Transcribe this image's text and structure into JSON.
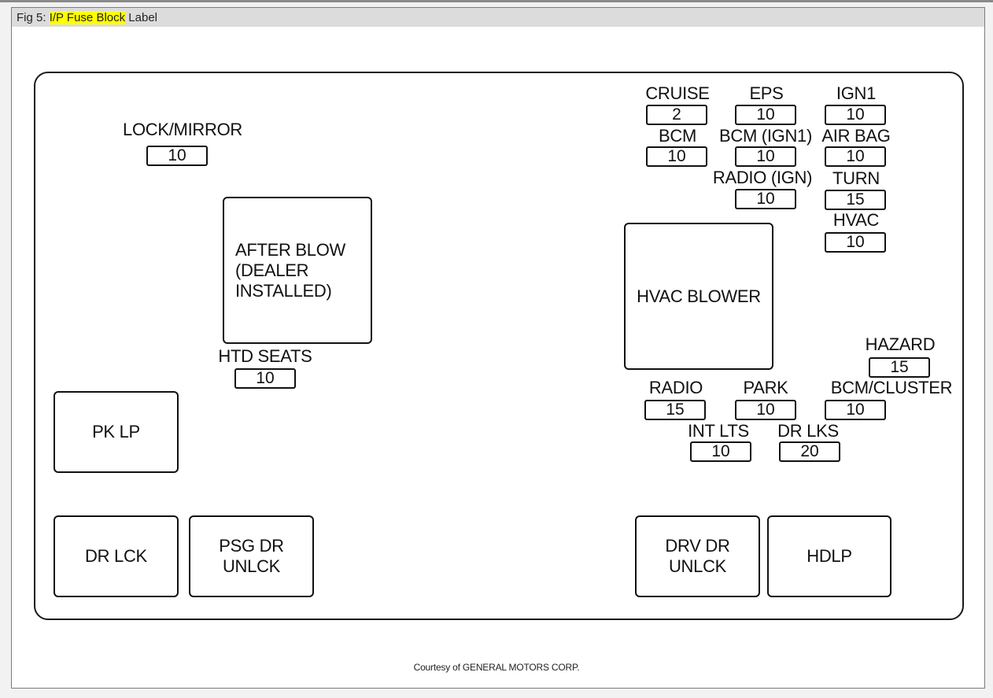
{
  "caption": {
    "prefix": "Fig 5:",
    "highlight": "I/P Fuse Block",
    "suffix": "Label"
  },
  "fuses": [
    {
      "id": "lock-mirror",
      "label": "LOCK/MIRROR",
      "rating": "10"
    },
    {
      "id": "htd-seats",
      "label": "HTD SEATS",
      "rating": "10"
    },
    {
      "id": "cruise",
      "label": "CRUISE",
      "rating": "2"
    },
    {
      "id": "eps",
      "label": "EPS",
      "rating": "10"
    },
    {
      "id": "ign1",
      "label": "IGN1",
      "rating": "10"
    },
    {
      "id": "bcm",
      "label": "BCM",
      "rating": "10"
    },
    {
      "id": "bcm-ign1",
      "label": "BCM (IGN1)",
      "rating": "10"
    },
    {
      "id": "air-bag",
      "label": "AIR BAG",
      "rating": "10"
    },
    {
      "id": "radio-ign",
      "label": "RADIO (IGN)",
      "rating": "10"
    },
    {
      "id": "turn",
      "label": "TURN",
      "rating": "15"
    },
    {
      "id": "hvac",
      "label": "HVAC",
      "rating": "10"
    },
    {
      "id": "hazard",
      "label": "HAZARD",
      "rating": "15"
    },
    {
      "id": "radio",
      "label": "RADIO",
      "rating": "15"
    },
    {
      "id": "park",
      "label": "PARK",
      "rating": "10"
    },
    {
      "id": "bcm-cluster",
      "label": "BCM/CLUSTER",
      "rating": "10"
    },
    {
      "id": "int-lts",
      "label": "INT LTS",
      "rating": "10"
    },
    {
      "id": "dr-lks",
      "label": "DR LKS",
      "rating": "20"
    }
  ],
  "relays": [
    {
      "id": "after-blow",
      "label": "AFTER BLOW\n(DEALER\nINSTALLED)"
    },
    {
      "id": "hvac-blower",
      "label": "HVAC BLOWER"
    },
    {
      "id": "pk-lp",
      "label": "PK LP"
    },
    {
      "id": "dr-lck",
      "label": "DR LCK"
    },
    {
      "id": "psg-dr-unlck",
      "label": "PSG DR\nUNLCK"
    },
    {
      "id": "drv-dr-unlck",
      "label": "DRV DR\nUNLCK"
    },
    {
      "id": "hdlp",
      "label": "HDLP"
    }
  ],
  "credit": "Courtesy of GENERAL MOTORS CORP."
}
